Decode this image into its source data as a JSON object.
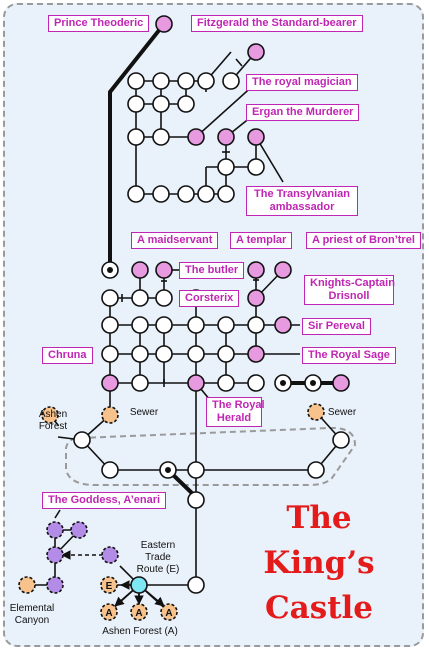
{
  "title_lines": [
    "The",
    "King’s",
    "Castle"
  ],
  "labels": {
    "prince_theoderic": "Prince Theoderic",
    "fitzgerald": "Fitzgerald the Standard-bearer",
    "royal_magician": "The royal magician",
    "ergan": "Ergan the Murderer",
    "transylvanian_1": "The Transylvanian",
    "transylvanian_2": "ambassador",
    "maidservant": "A maidservant",
    "templar": "A templar",
    "priest": "A priest of Bron’trel",
    "butler": "The butler",
    "knights_captain_1": "Knights-Captain",
    "knights_captain_2": "Drisnoll",
    "corsterix": "Corsterix",
    "sir_pereval": "Sir Pereval",
    "chruna": "Chruna",
    "royal_sage": "The Royal Sage",
    "royal_herald_1": "The Royal",
    "royal_herald_2": "Herald",
    "goddess": "The Goddess, A’enari"
  },
  "areas": {
    "ashen_forest_1": "Ashen",
    "ashen_forest_2": "Forest",
    "sewer_left": "Sewer",
    "sewer_right": "Sewer",
    "eastern_1": "Eastern",
    "eastern_2": "Trade",
    "eastern_3": "Route (E)",
    "elemental_1": "Elemental",
    "elemental_2": "Canyon",
    "ashen_forest_a": "Ashen Forest (A)"
  },
  "node_letters": {
    "e": "E",
    "a": "A"
  },
  "colors": {
    "npc": "#e79ae0",
    "label_border": "#c026b4",
    "purple": "#b28ce6",
    "orange": "#f7c28b",
    "cyan": "#7fe7f4",
    "title": "#e31b1b",
    "background": "#e9f1fa"
  }
}
